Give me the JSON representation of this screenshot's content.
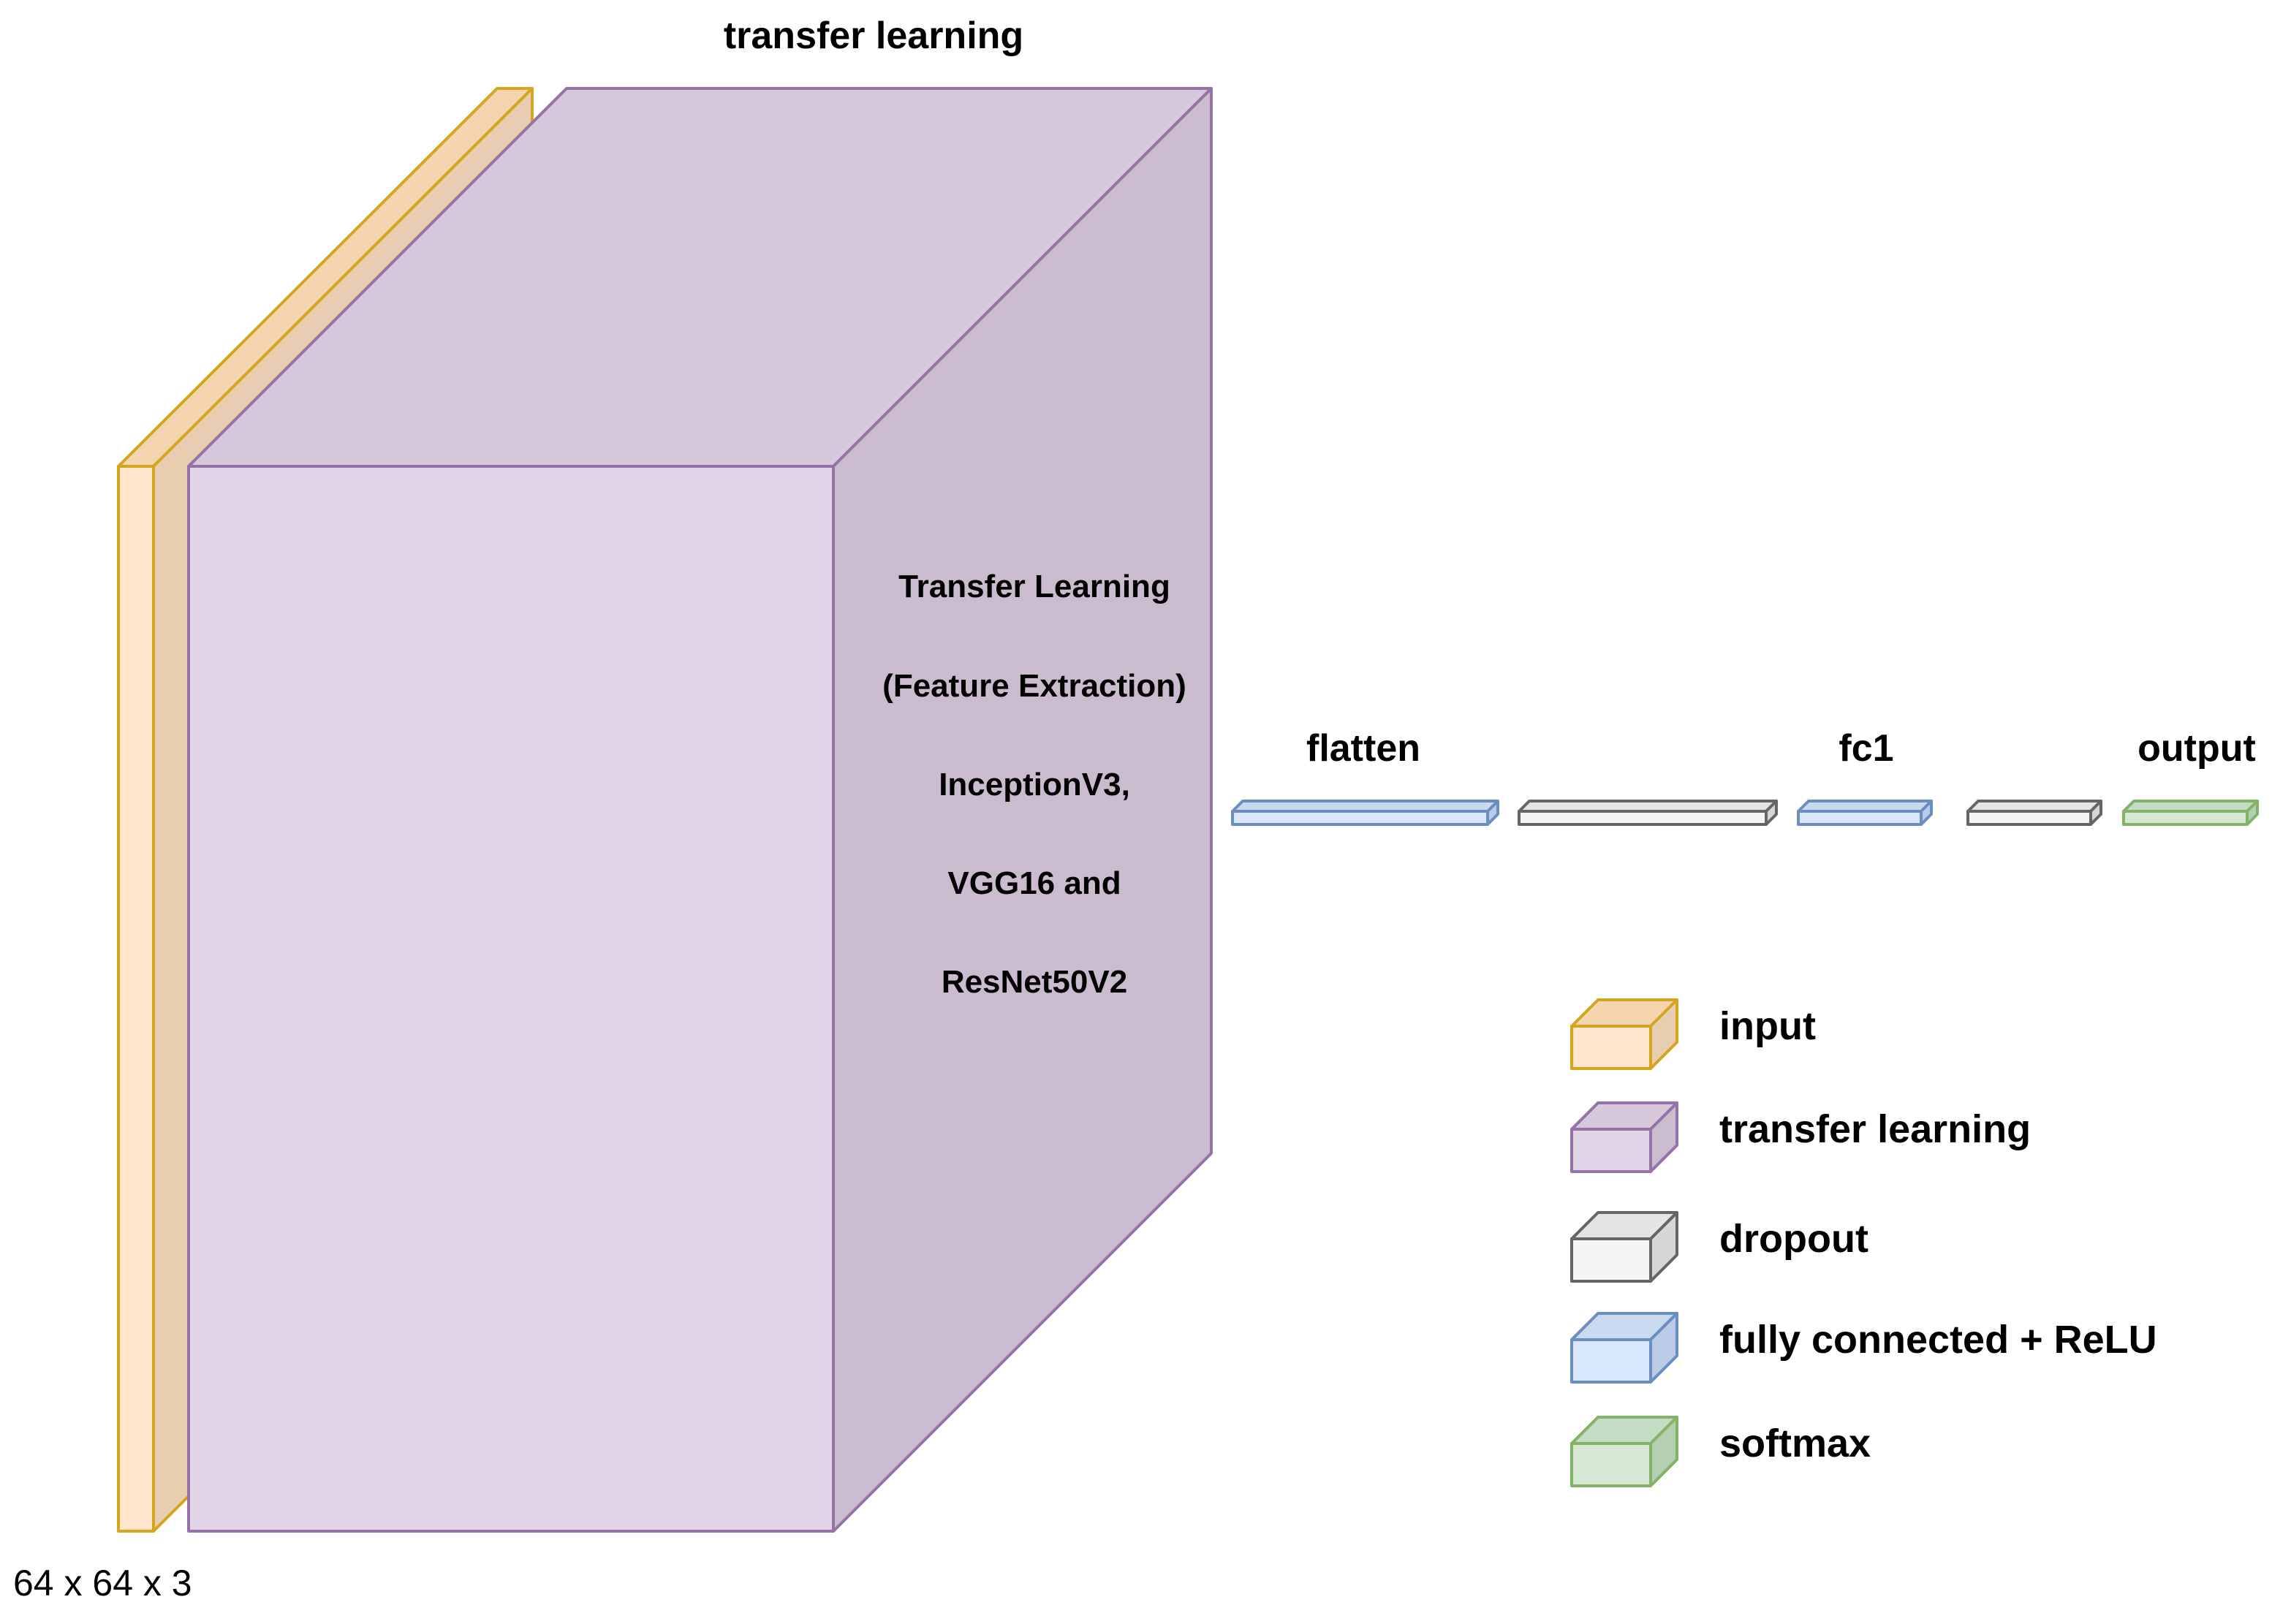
{
  "title": "transfer learning",
  "input_dims": "64 x 64 x 3",
  "block_text": {
    "line1": "Transfer Learning",
    "line2": "(Feature Extraction)",
    "line3": "InceptionV3,",
    "line4": "VGG16 and",
    "line5": "ResNet50V2"
  },
  "layer_labels": {
    "flatten": "flatten",
    "fc1": "fc1",
    "output": "output"
  },
  "legend": [
    {
      "label": "input",
      "front": "#ffe6cc",
      "top": "#f5d5b0",
      "side": "#e8cdb0",
      "stroke": "#d6a51e"
    },
    {
      "label": "transfer learning",
      "front": "#e1d5e7",
      "top": "#d7c8dc",
      "side": "#cbbbce",
      "stroke": "#9673a6"
    },
    {
      "label": "dropout",
      "front": "#f5f5f5",
      "top": "#e4e4e4",
      "side": "#d6d6d6",
      "stroke": "#666666"
    },
    {
      "label": "fully connected + ReLU",
      "front": "#dae8fc",
      "top": "#c9d9f0",
      "side": "#b9cbe6",
      "stroke": "#6c8ebf"
    },
    {
      "label": "softmax",
      "front": "#d5e8d4",
      "top": "#c5dcc4",
      "side": "#b5cfb3",
      "stroke": "#82b366"
    }
  ]
}
